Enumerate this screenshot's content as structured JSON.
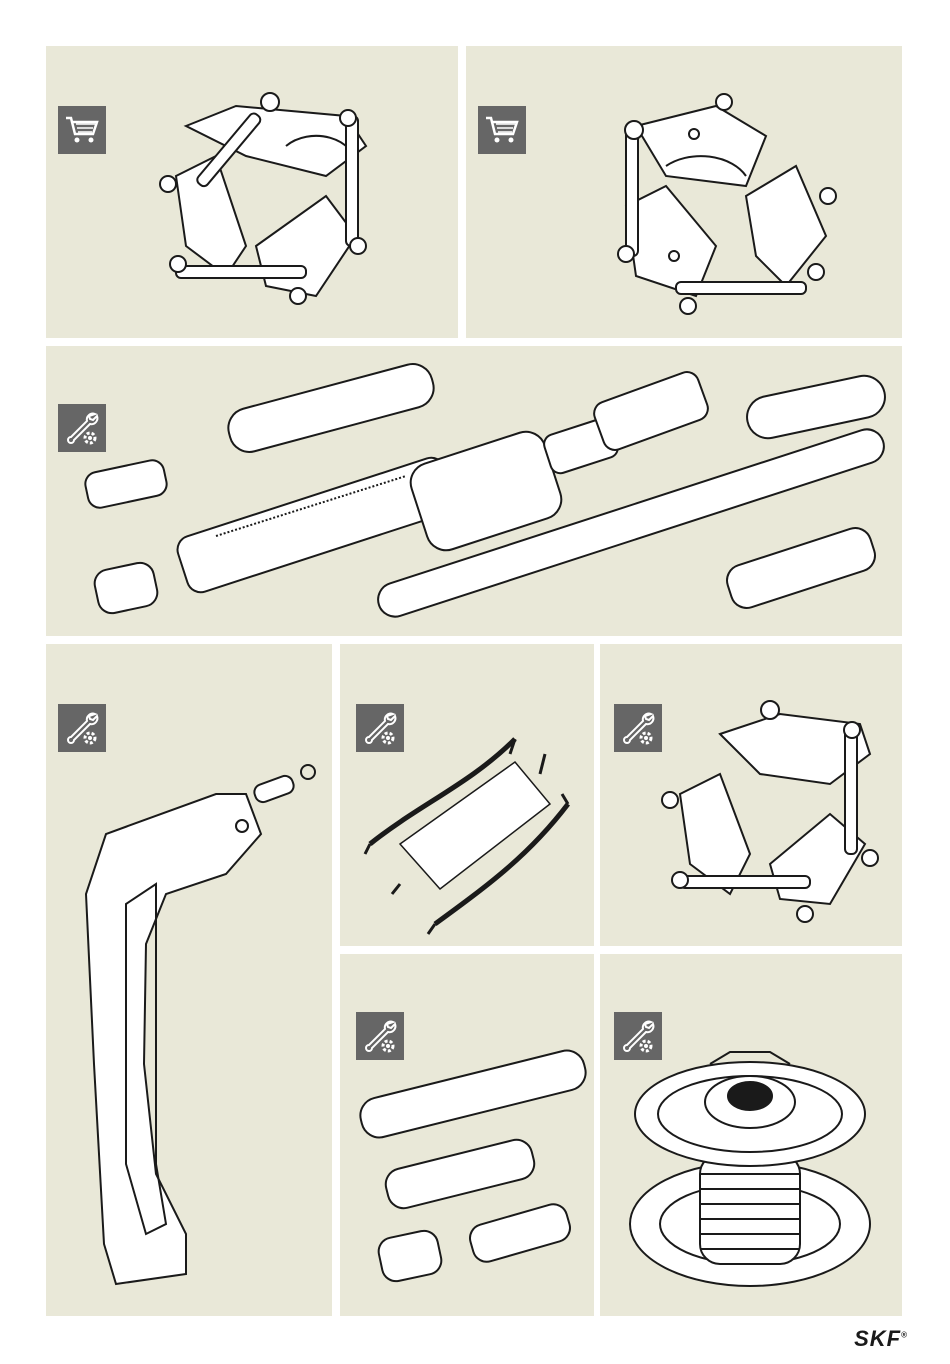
{
  "brand": {
    "logo_text": "SKF",
    "mark": "®"
  },
  "colors": {
    "panel_bg": "#e9e8d8",
    "badge_bg": "#666666",
    "line": "#1a1a1a",
    "fill": "#ffffff"
  },
  "panels": [
    {
      "id": "separator-kit-a",
      "badge": "cart-icon"
    },
    {
      "id": "separator-kit-b",
      "badge": "cart-icon"
    },
    {
      "id": "hydraulic-spindle-set",
      "badge": "wrench-gear-icon"
    },
    {
      "id": "puller-arm",
      "badge": "wrench-gear-icon"
    },
    {
      "id": "safety-net",
      "badge": "wrench-gear-icon"
    },
    {
      "id": "separator-kit-c",
      "badge": "wrench-gear-icon"
    },
    {
      "id": "extension-set",
      "badge": "wrench-gear-icon"
    },
    {
      "id": "puller-wheel",
      "badge": "wrench-gear-icon"
    }
  ]
}
